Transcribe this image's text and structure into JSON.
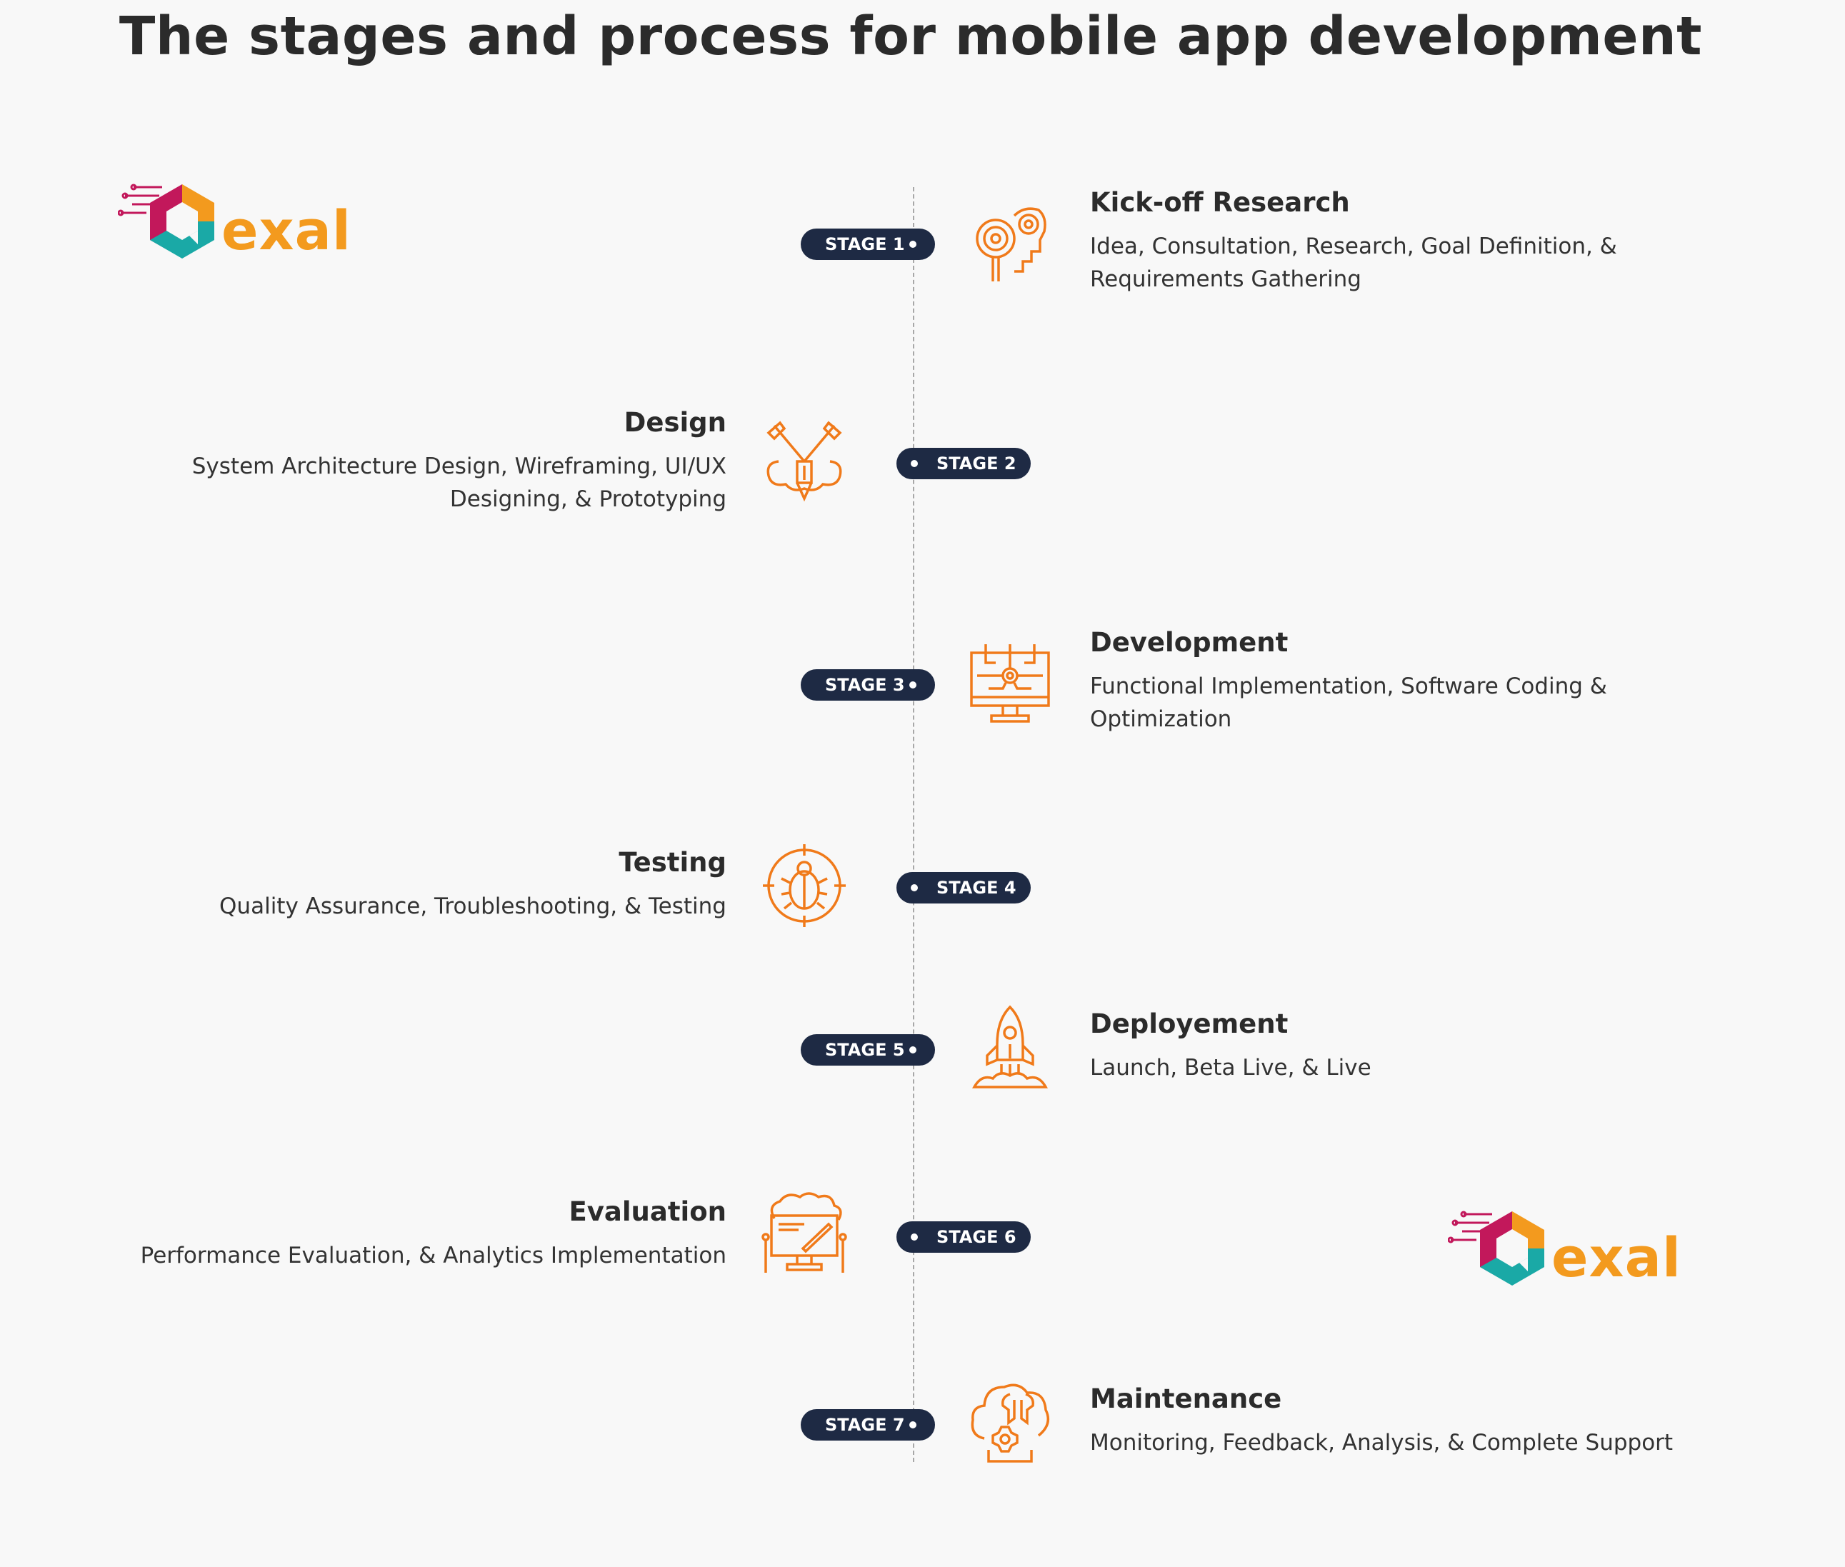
{
  "title": "The stages and process for mobile app development",
  "brand": {
    "name": "exal",
    "colors": {
      "orange": "#f39a1e",
      "magenta": "#c2185b",
      "teal": "#1aa9a6",
      "navy": "#1e2a44",
      "icon_orange": "#f07a1a"
    }
  },
  "stages": [
    {
      "badge": "STAGE 1",
      "title": "Kick-off Research",
      "desc_lines": [
        "Idea, Consultation, Research, Goal Definition, &",
        "Requirements Gathering"
      ],
      "icon": "research-gear-head-icon"
    },
    {
      "badge": "STAGE 2",
      "title": "Design",
      "desc_lines": [
        "System Architecture Design, Wireframing, UI/UX",
        "Designing, & Prototyping"
      ],
      "icon": "design-tools-icon"
    },
    {
      "badge": "STAGE 3",
      "title": "Development",
      "desc_lines": [
        "Functional Implementation, Software Coding &",
        "Optimization"
      ],
      "icon": "monitor-circuit-icon"
    },
    {
      "badge": "STAGE 4",
      "title": "Testing",
      "desc_lines": [
        "Quality Assurance, Troubleshooting, & Testing"
      ],
      "icon": "bug-target-icon"
    },
    {
      "badge": "STAGE 5",
      "title": "Deployement",
      "desc_lines": [
        "Launch, Beta Live, & Live"
      ],
      "icon": "rocket-launch-icon"
    },
    {
      "badge": "STAGE 6",
      "title": "Evaluation",
      "desc_lines": [
        "Performance Evaluation, & Analytics Implementation"
      ],
      "icon": "cloud-analytics-icon"
    },
    {
      "badge": "STAGE 7",
      "title": "Maintenance",
      "desc_lines": [
        "Monitoring, Feedback, Analysis, & Complete Support"
      ],
      "icon": "cloud-wrench-gear-icon"
    }
  ]
}
